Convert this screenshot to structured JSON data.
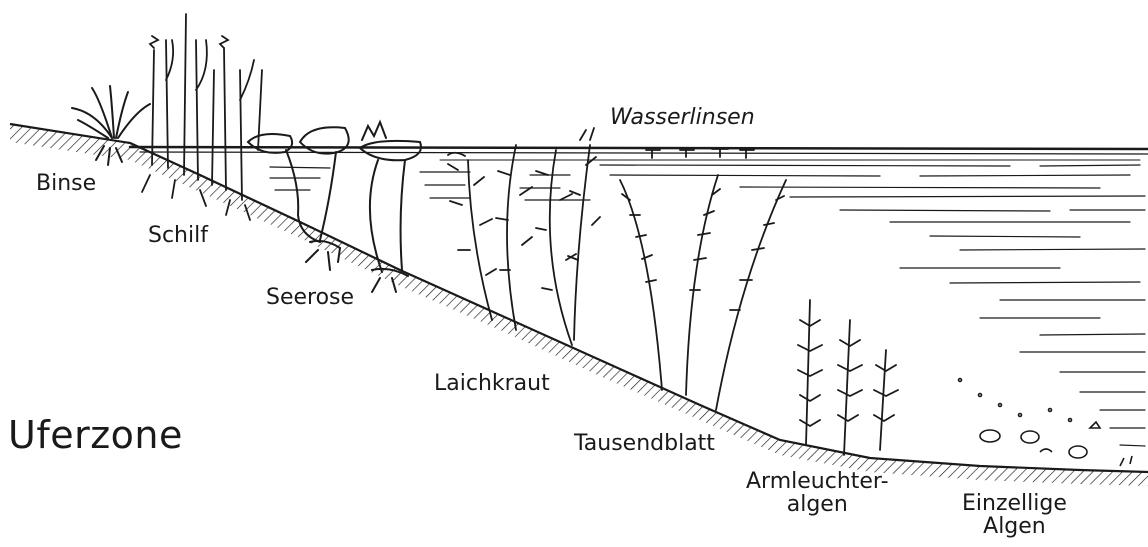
{
  "diagram": {
    "title": "Uferzone",
    "labels": {
      "binse": "Binse",
      "schilf": "Schilf",
      "seerose": "Seerose",
      "laichkraut": "Laichkraut",
      "tausendblatt": "Tausendblatt",
      "armleuchteralgen": "Armleuchter-\nalgen",
      "einzellige_algen": "Einzellige\nAlgen",
      "wasserlinsen": "Wasserlinsen"
    },
    "colors": {
      "ink": "#1a1a1a",
      "paper": "#ffffff"
    }
  }
}
